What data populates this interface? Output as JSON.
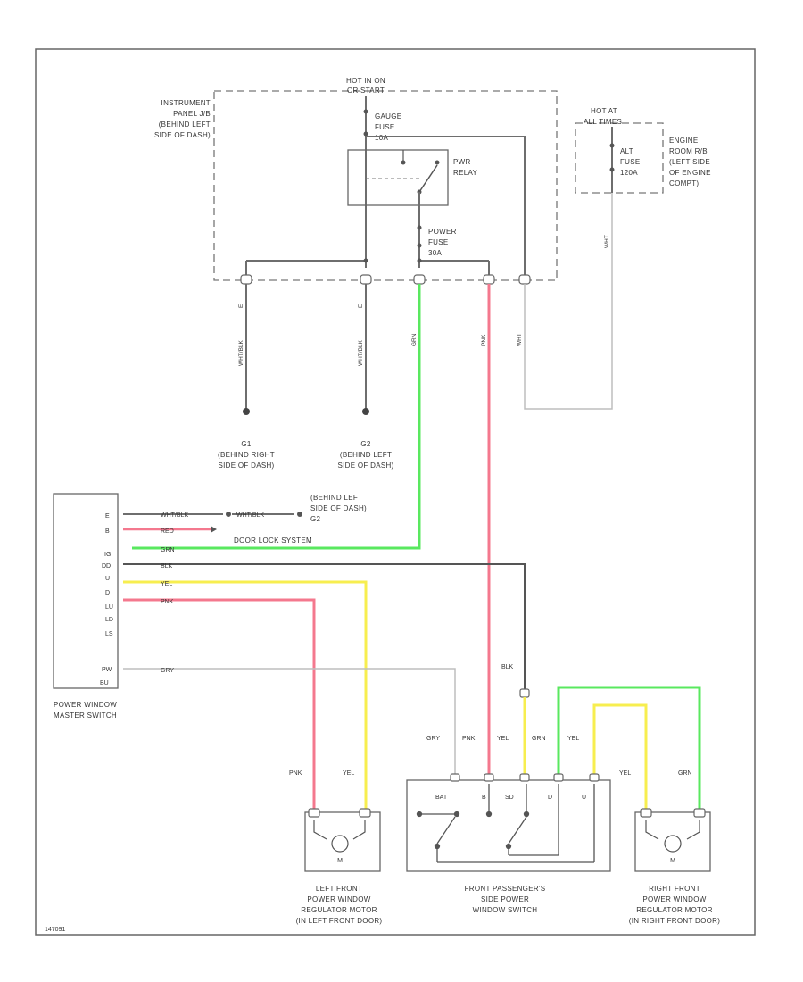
{
  "fuse_box": {
    "hot_label": "HOT IN ON",
    "hot_sub": "OR START",
    "location": [
      "INSTRUMENT",
      "PANEL J/B",
      "(BEHIND LEFT",
      "SIDE OF DASH)"
    ],
    "gauge_fuse": [
      "GAUGE",
      "FUSE",
      "10A"
    ],
    "relay": [
      "PWR",
      "RELAY"
    ],
    "power_fuse": [
      "POWER",
      "FUSE",
      "30A"
    ]
  },
  "alt_fuse": {
    "hot_label": "HOT AT",
    "hot_sub": "ALL TIMES",
    "fuse": [
      "ALT",
      "FUSE",
      "120A"
    ],
    "location": [
      "ENGINE",
      "ROOM R/B",
      "(LEFT SIDE",
      "OF ENGINE",
      "COMPT)"
    ]
  },
  "wires": {
    "wht_blk_1": "WHT/BLK",
    "wht_blk_2": "WHT/BLK",
    "grn": "GRN",
    "pnk": "PNK",
    "wht": "WHT",
    "wht_top": "WHT"
  },
  "grounds": {
    "g1": [
      "G1",
      "(BEHIND RIGHT",
      "SIDE OF DASH)"
    ],
    "g2": [
      "G2",
      "(BEHIND LEFT",
      "SIDE OF DASH)"
    ]
  },
  "master_switch": {
    "name": [
      "POWER WINDOW",
      "MASTER SWITCH"
    ],
    "pins": [
      "E",
      "B",
      "IG",
      "DD",
      "U",
      "D",
      "LU",
      "LD",
      "LS",
      "PW",
      "BU"
    ],
    "wires": [
      {
        "color": "WHT/BLK",
        "dest": "WHT/BLK"
      },
      {
        "color": "RED",
        "dest": "DOOR LOCK SYSTEM"
      },
      {
        "color": "GRN",
        "dest": ""
      },
      {
        "color": "BLK",
        "dest": ""
      },
      {
        "color": "YEL",
        "dest": ""
      },
      {
        "color": "PNK",
        "dest": ""
      },
      {
        "color": "GRY",
        "dest": ""
      }
    ],
    "ground_note": [
      "(BEHIND LEFT",
      "SIDE OF DASH)",
      "G2"
    ],
    "door_lock": "DOOR LOCK SYSTEM"
  },
  "passenger_switch": {
    "name": [
      "FRONT PASSENGER'S",
      "SIDE POWER",
      "WINDOW SWITCH"
    ],
    "wire_labels": [
      "GRY",
      "PNK",
      "YEL",
      "GRN",
      "YEL"
    ],
    "blk": "BLK",
    "terms": [
      "BAT",
      "B",
      "SD",
      "D",
      "U"
    ]
  },
  "left_motor": {
    "name": [
      "LEFT FRONT",
      "POWER WINDOW",
      "REGULATOR MOTOR",
      "(IN LEFT FRONT DOOR)"
    ],
    "wires": [
      "PNK",
      "YEL"
    ],
    "m": "M"
  },
  "right_motor": {
    "name": [
      "RIGHT FRONT",
      "POWER WINDOW",
      "REGULATOR MOTOR",
      "(IN RIGHT FRONT DOOR)"
    ],
    "wires": [
      "YEL",
      "GRN"
    ],
    "m": "M"
  },
  "footer_id": "147091",
  "colors": {
    "green": "#59e85f",
    "pink": "#f4788e",
    "yellow": "#f7ee4f",
    "gray": "#6e6e6e"
  }
}
